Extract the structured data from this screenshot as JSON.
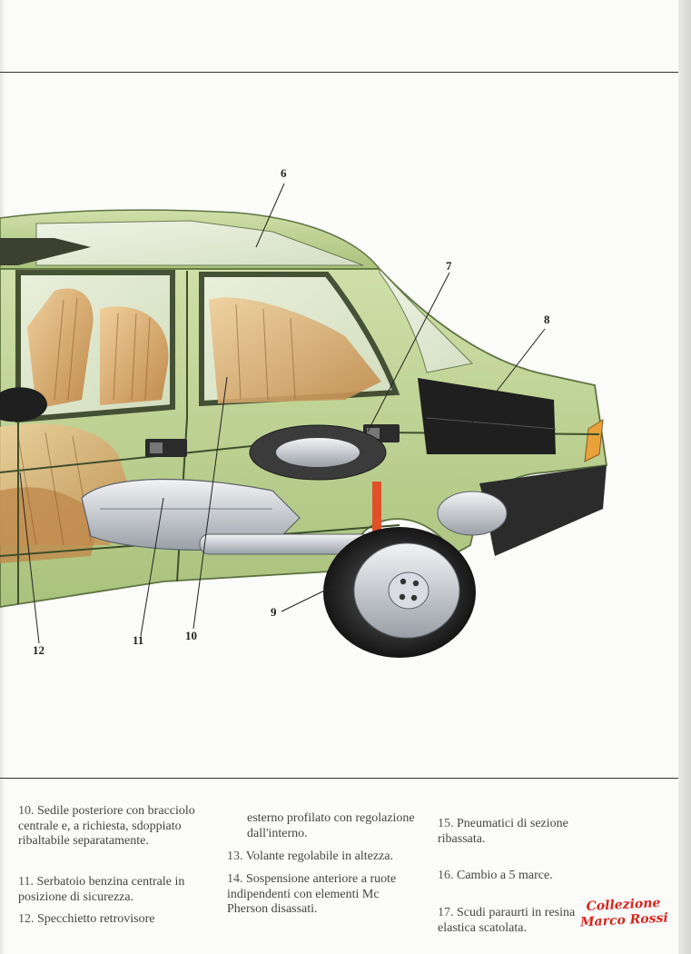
{
  "callouts": {
    "c6": "6",
    "c7": "7",
    "c8": "8",
    "c9": "9",
    "c10": "10",
    "c11": "11",
    "c12": "12"
  },
  "legend": {
    "col1": [
      {
        "num": "10.",
        "text": "Sedile posteriore con bracciolo centrale e, a richiesta, sdoppiato ribaltabile separatamente."
      },
      {
        "num": "11.",
        "text": "Serbatoio benzina centrale in posizione di sicurezza."
      },
      {
        "num": "12.",
        "text": "Specchietto retrovisore"
      }
    ],
    "col2": [
      {
        "num": "",
        "text": "esterno profilato con regolazione dall'interno."
      },
      {
        "num": "13.",
        "text": "Volante regolabile in altezza."
      },
      {
        "num": "14.",
        "text": "Sospensione anteriore a ruote indipendenti con elementi Mc Pherson disassati."
      }
    ],
    "col3": [
      {
        "num": "15.",
        "text": "Pneumatici di sezione ribassata."
      },
      {
        "num": "16.",
        "text": "Cambio a 5 marce."
      },
      {
        "num": "17.",
        "text": "Scudi paraurti in resina elastica scatolata."
      }
    ]
  },
  "watermark": {
    "line1": "Collezione",
    "line2": "Marco Rossi"
  },
  "colors": {
    "body_green": "#b9cf8e",
    "body_green_dark": "#7d9a57",
    "seat_tan": "#d7a76a",
    "watermark_red": "#d8261e"
  }
}
